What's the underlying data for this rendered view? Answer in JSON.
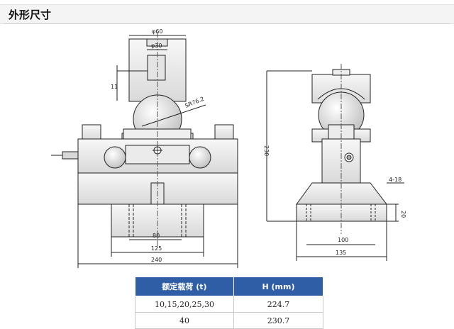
{
  "header": {
    "title": "外形尺寸"
  },
  "drawing": {
    "front_view": {
      "dim_phi_60": "φ60",
      "dim_phi_30": "φ30",
      "dim_11": "11",
      "dim_sr": "SR76.2",
      "dim_80": "80",
      "dim_125": "125",
      "dim_240": "240"
    },
    "side_view": {
      "dim_230": "230",
      "dim_4_18": "4-18",
      "dim_20": "20",
      "dim_100": "100",
      "dim_135": "135"
    }
  },
  "spec_table": {
    "headers": [
      "额定载荷 (t)",
      "H (mm)"
    ],
    "rows": [
      [
        "10,15,20,25,30",
        "224.7"
      ],
      [
        "40",
        "230.7"
      ]
    ]
  }
}
